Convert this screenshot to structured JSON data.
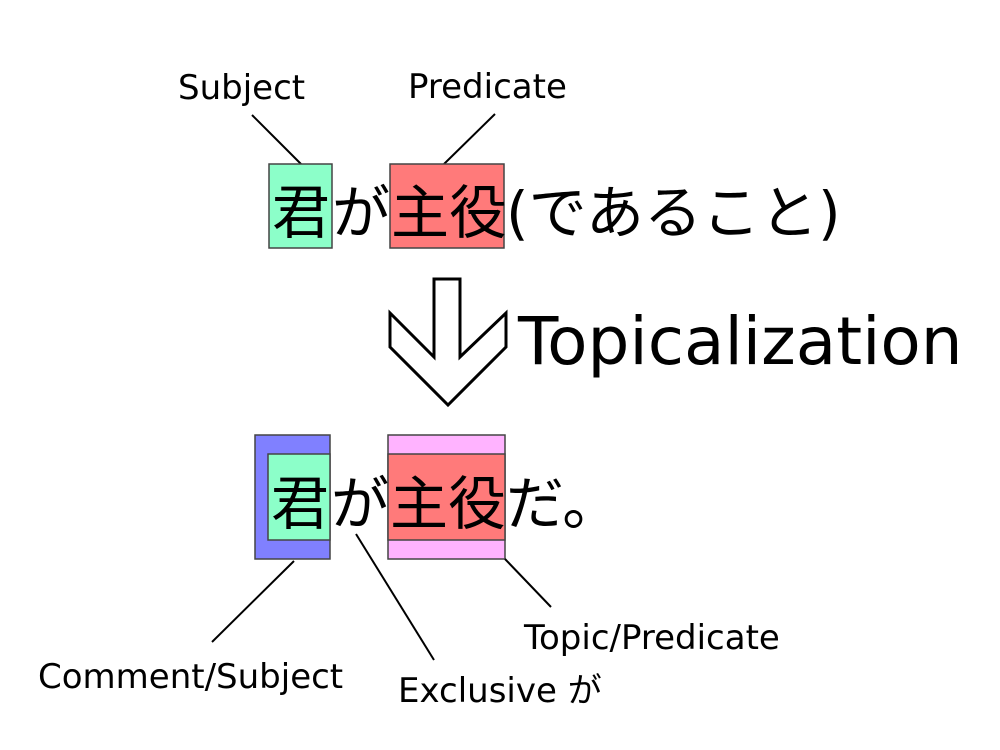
{
  "colors": {
    "subject_box": "#8cffc9",
    "predicate_box": "#ff7a7a",
    "comment_box": "#8080ff",
    "topic_box": "#ffb3ff",
    "line": "#000000"
  },
  "top": {
    "label_subject": "Subject",
    "label_predicate": "Predicate",
    "char_subject": "君",
    "char_particle": "が",
    "char_predicate": "主役",
    "rest": "(であること)"
  },
  "arrow": {
    "label": "Topicalization"
  },
  "bottom": {
    "char_subject": "君",
    "char_particle": "が",
    "char_predicate": "主役",
    "rest": "だ。",
    "label_comment": "Comment/Subject",
    "label_exclusive": "Exclusive が",
    "label_topic": "Topic/Predicate"
  }
}
